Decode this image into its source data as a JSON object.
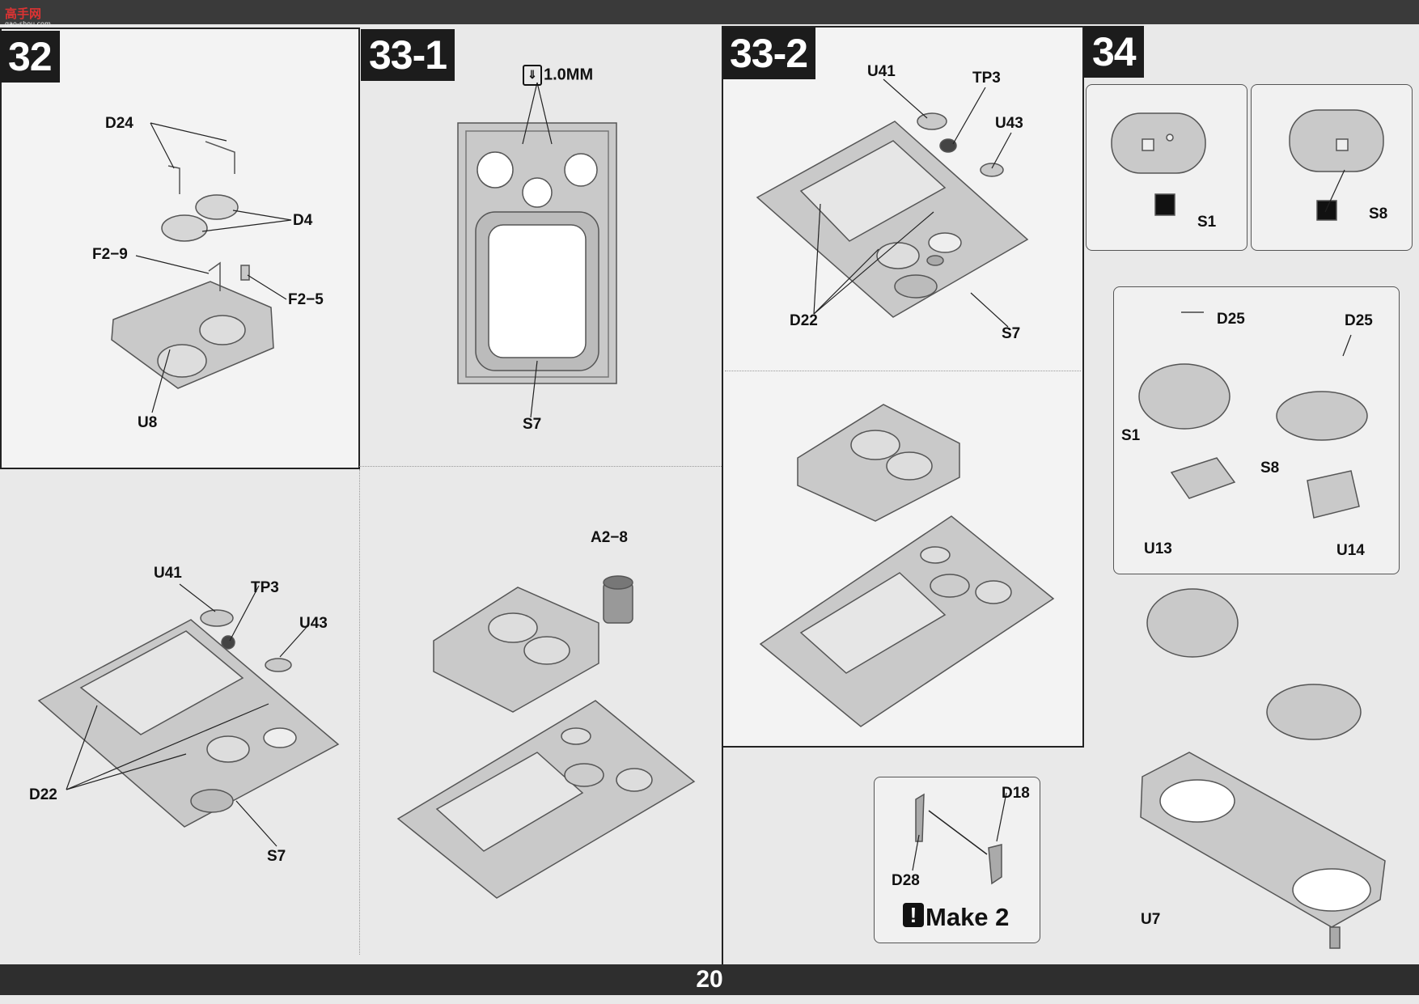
{
  "watermark": {
    "main": "高手网",
    "sub": "gao-shou.com"
  },
  "page_number": "20",
  "steps": {
    "s32": {
      "badge": "32",
      "labels": {
        "d24": "D24",
        "d4": "D4",
        "f29": "F2−9",
        "f25": "F2−5",
        "u8": "U8"
      }
    },
    "s32b": {
      "labels": {
        "u41": "U41",
        "tp3": "TP3",
        "u43": "U43",
        "d22": "D22",
        "s7": "S7"
      }
    },
    "s331": {
      "badge": "33-1",
      "drill": "1.0MM",
      "labels": {
        "s7": "S7"
      }
    },
    "s331b": {
      "labels": {
        "a28": "A2−8"
      }
    },
    "s332": {
      "badge": "33-2",
      "labels": {
        "u41": "U41",
        "tp3": "TP3",
        "u43": "U43",
        "d22": "D22",
        "s7": "S7"
      }
    },
    "make2": {
      "labels": {
        "d18": "D18",
        "d28": "D28"
      },
      "text": "Make 2",
      "icon": "!"
    },
    "s34": {
      "badge": "34",
      "labels": {
        "s1": "S1",
        "s8": "S8",
        "d25a": "D25",
        "d25b": "D25",
        "s1b": "S1",
        "s8b": "S8",
        "u13": "U13",
        "u14": "U14",
        "u7": "U7"
      }
    }
  },
  "colors": {
    "part_fill": "#c9c9c9",
    "part_stroke": "#555555",
    "badge_bg": "#1c1c1c",
    "bar_bg": "#2e2e2e"
  }
}
